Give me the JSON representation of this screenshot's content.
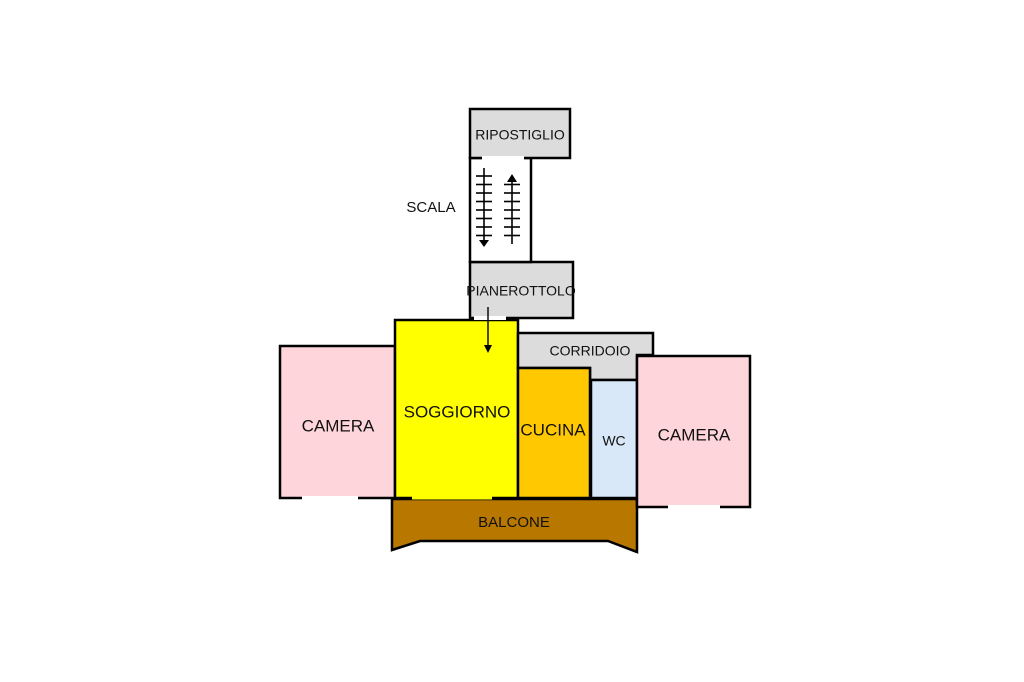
{
  "rooms": {
    "ripostiglio": {
      "label": "RIPOSTIGLIO",
      "color": "#dcdcdc"
    },
    "scala": {
      "label": "SCALA",
      "color": "#ffffff"
    },
    "pianerottolo": {
      "label": "PIANEROTTOLO",
      "color": "#dcdcdc"
    },
    "corridoio": {
      "label": "CORRIDOIO",
      "color": "#dcdcdc"
    },
    "camera_left": {
      "label": "CAMERA",
      "color": "#ffd5dc"
    },
    "soggiorno": {
      "label": "SOGGIORNO",
      "color": "#ffff00"
    },
    "cucina": {
      "label": "CUCINA",
      "color": "#ffc800"
    },
    "wc": {
      "label": "WC",
      "color": "#d8e8f8"
    },
    "camera_right": {
      "label": "CAMERA",
      "color": "#ffd5dc"
    },
    "balcone": {
      "label": "BALCONE",
      "color": "#b87800"
    }
  }
}
